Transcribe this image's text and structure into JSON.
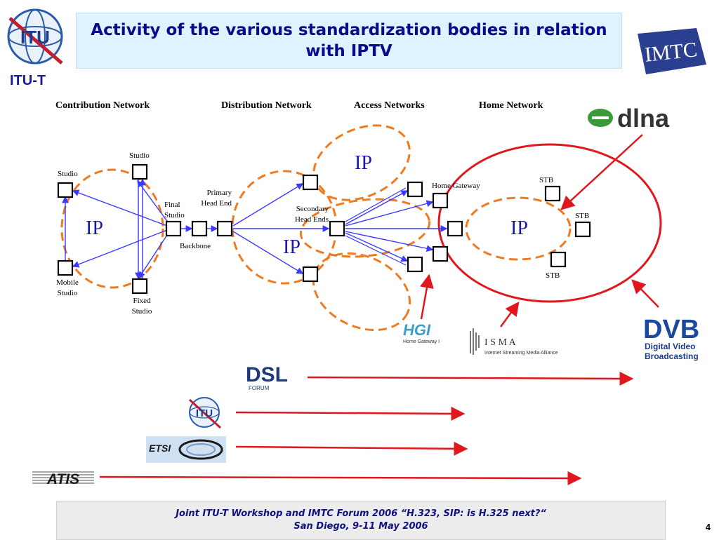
{
  "header": {
    "title": "Activity of the various standardization bodies in relation with IPTV",
    "left_logo_text": "ITU",
    "left_label": "ITU-T",
    "right_logo_text": "IMTC"
  },
  "columns": [
    "Contribution Network",
    "Distribution Network",
    "Access Networks",
    "Home Network"
  ],
  "nodes": {
    "studio_top": "Studio",
    "studio_left": "Studio",
    "mobile_studio": "Mobile Studio",
    "fixed_studio": "Fixed Studio",
    "final_studio": "Final Studio",
    "backbone": "Backbone",
    "primary_head_end": "Primary Head End",
    "secondary_head_ends": "Secondary Head Ends",
    "home_gateway": "Home Gateway",
    "stb_1": "STB",
    "stb_2": "STB",
    "stb_3": "STB"
  },
  "ip_labels": [
    "IP",
    "IP",
    "IP",
    "IP"
  ],
  "org_logos": {
    "dlna": "dlna",
    "dvb_mark": "DVB",
    "dvb_line1": "Digital Video",
    "dvb_line2": "Broadcasting",
    "hgi": "HGI",
    "hgi_sub": "Home Gateway I",
    "isma": "I S M A",
    "isma_sub": "Internet Streaming Media Alliance",
    "dsl": "DSL",
    "dsl_sub": "FORUM",
    "itu_small": "ITU",
    "etsi": "ETSI",
    "atis": "ATIS"
  },
  "footer": {
    "line1": "Joint ITU-T Workshop and IMTC Forum 2006 “H.323, SIP: is H.325 next?“",
    "line2": "San Diego, 9-11 May 2006",
    "page": "4"
  },
  "colors": {
    "title_bg": "#ddf3ff",
    "title_text": "#0a0a8c",
    "link_blue": "#3a3aff",
    "ip_orange": "#f07a20",
    "home_red": "#e0181e",
    "arrow_red": "#e0181e"
  }
}
